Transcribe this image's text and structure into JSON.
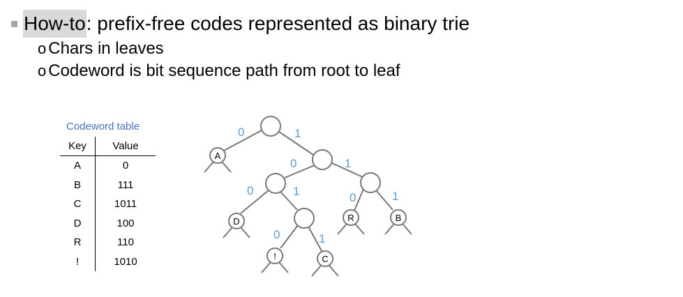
{
  "slide": {
    "bullet_highlight": "How-to",
    "bullet_rest": ": prefix-free codes represented as binary trie",
    "sub_marker": "o",
    "subbullets": [
      "Chars in leaves",
      "Codeword is bit sequence path from root to leaf"
    ]
  },
  "codeword_table": {
    "caption": "Codeword table",
    "headers": [
      "Key",
      "Value"
    ],
    "rows": [
      [
        "A",
        "0"
      ],
      [
        "B",
        "111"
      ],
      [
        "C",
        "1011"
      ],
      [
        "D",
        "100"
      ],
      [
        "R",
        "110"
      ],
      [
        "!",
        "1010"
      ]
    ]
  },
  "trie": {
    "colors": {
      "edge": "#777777",
      "bit": "#5b9bd5"
    },
    "bit_labels": [
      "0",
      "1"
    ],
    "leaves": [
      "A",
      "D",
      "!",
      "C",
      "R",
      "B"
    ]
  }
}
